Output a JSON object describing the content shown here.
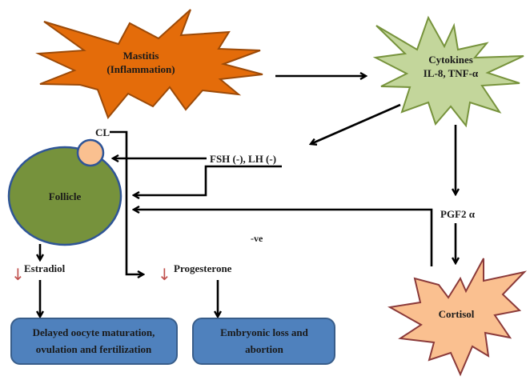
{
  "title": "Mastitis effects on reproduction pathway",
  "colors": {
    "mastitis_fill": "#E46C0A",
    "mastitis_stroke": "#9C4A08",
    "cytokines_fill": "#C3D69B",
    "cytokines_stroke": "#77933C",
    "cortisol_fill": "#FAC090",
    "cortisol_stroke": "#8B3A3A",
    "follicle_fill": "#76923C",
    "follicle_stroke": "#2F5597",
    "cl_fill": "#FAC090",
    "box_fill": "#4F81BD",
    "box_stroke": "#385D8A",
    "down_arrow_red": "#C0504D"
  },
  "nodes": {
    "mastitis": {
      "line1": "Mastitis",
      "line2": "(Inflammation)"
    },
    "cytokines": {
      "line1": "Cytokines",
      "line2": "IL-8, TNF-α"
    },
    "cortisol": {
      "label": "Cortisol"
    },
    "follicle": {
      "label": "Follicle"
    },
    "cl": {
      "label": "CL"
    },
    "fsh_lh": {
      "label": "FSH (-), LH (-)"
    },
    "pgf2a": {
      "label": "PGF2 α"
    },
    "neg": {
      "label": "-ve"
    },
    "estradiol": {
      "label": "Estradiol",
      "indicator": "↓"
    },
    "progesterone": {
      "label": "Progesterone",
      "indicator": "↓"
    }
  },
  "outcomes": [
    {
      "line1": "Delayed oocyte maturation,",
      "line2": "ovulation and fertilization"
    },
    {
      "line1": "Embryonic loss and",
      "line2": "abortion"
    }
  ]
}
